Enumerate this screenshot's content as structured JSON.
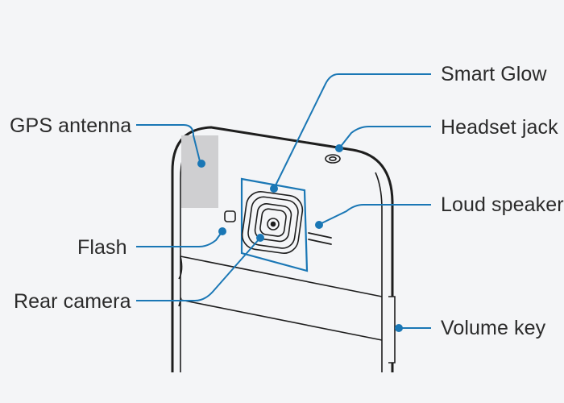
{
  "labels": {
    "gps_antenna": "GPS antenna",
    "flash": "Flash",
    "rear_camera": "Rear camera",
    "smart_glow": "Smart Glow",
    "headset_jack": "Headset jack",
    "loud_speaker": "Loud speaker",
    "volume_key": "Volume key"
  },
  "colors": {
    "callout": "#1a77b5",
    "outline": "#1e1e1e",
    "antenna_fill": "#cfcfd1",
    "background": "#f4f5f7"
  }
}
